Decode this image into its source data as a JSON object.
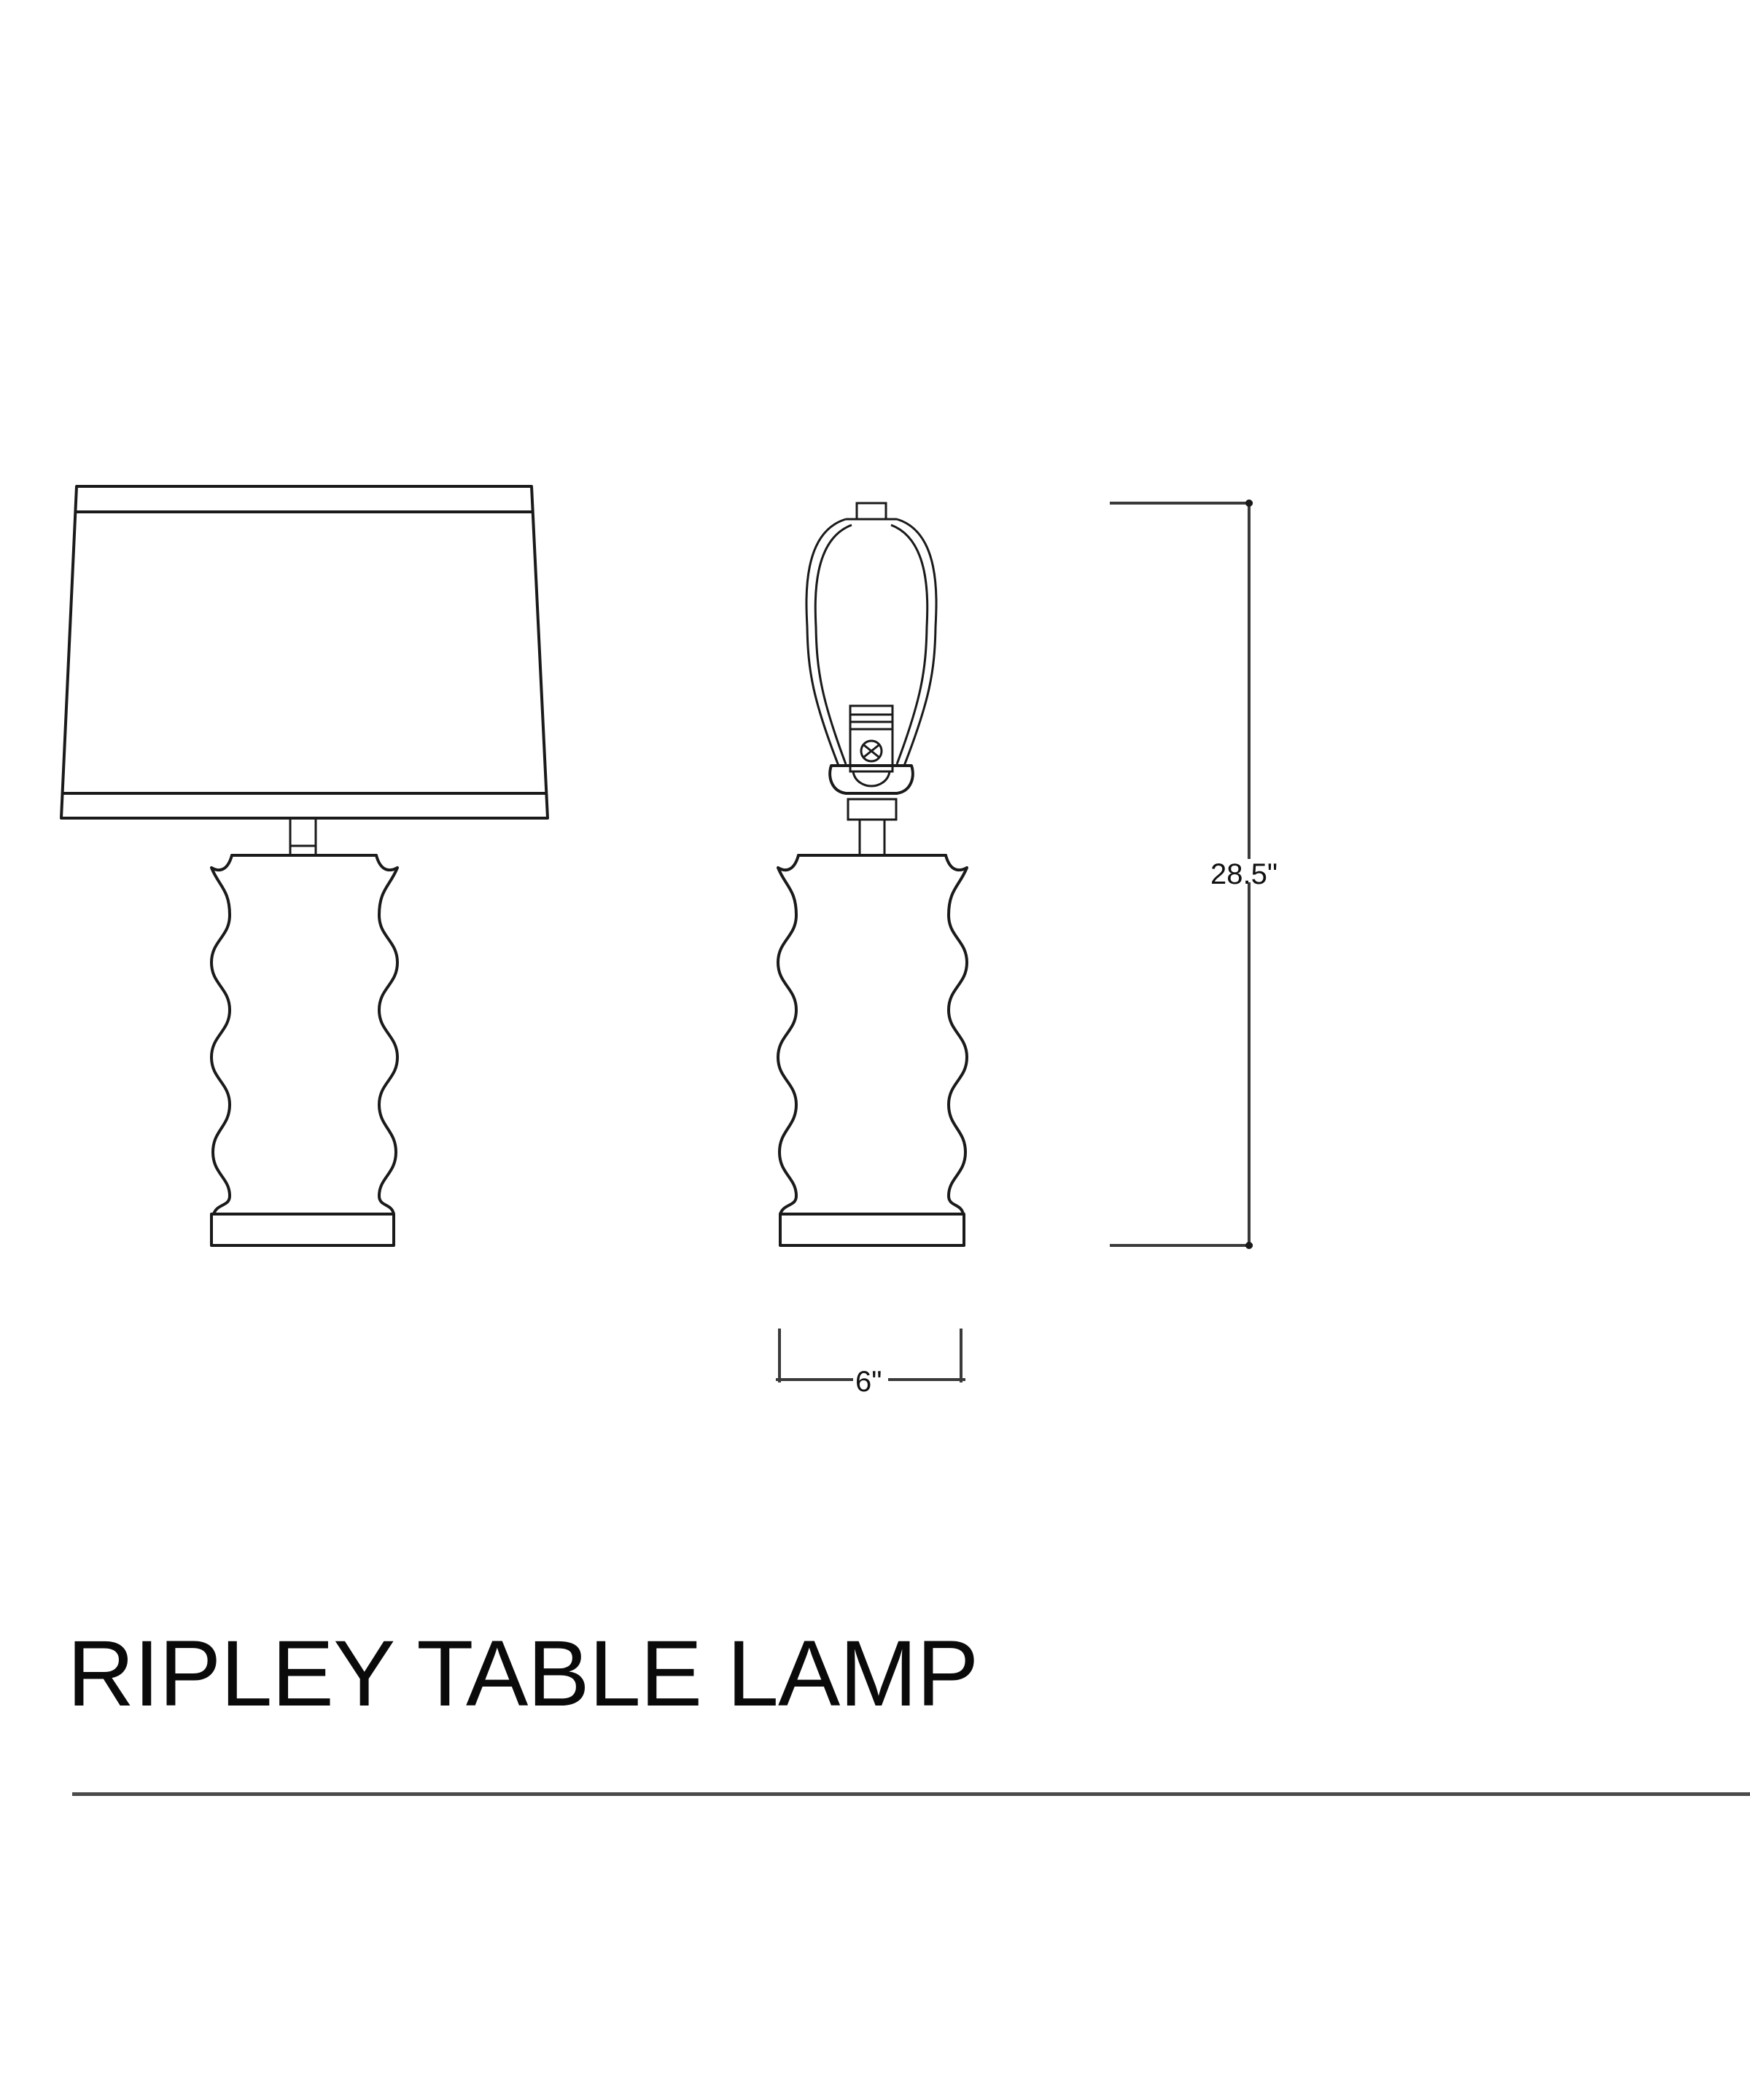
{
  "drawing": {
    "title": "RIPLEY TABLE LAMP",
    "views": [
      {
        "name": "front-view-with-shade"
      },
      {
        "name": "side-view-with-harp"
      }
    ],
    "dimensions": {
      "height_label": "28.5\"",
      "base_width_label": "6\""
    },
    "colors": {
      "line": "#1a1a1a",
      "background": "#ffffff",
      "rule": "#4a4a4a"
    }
  }
}
